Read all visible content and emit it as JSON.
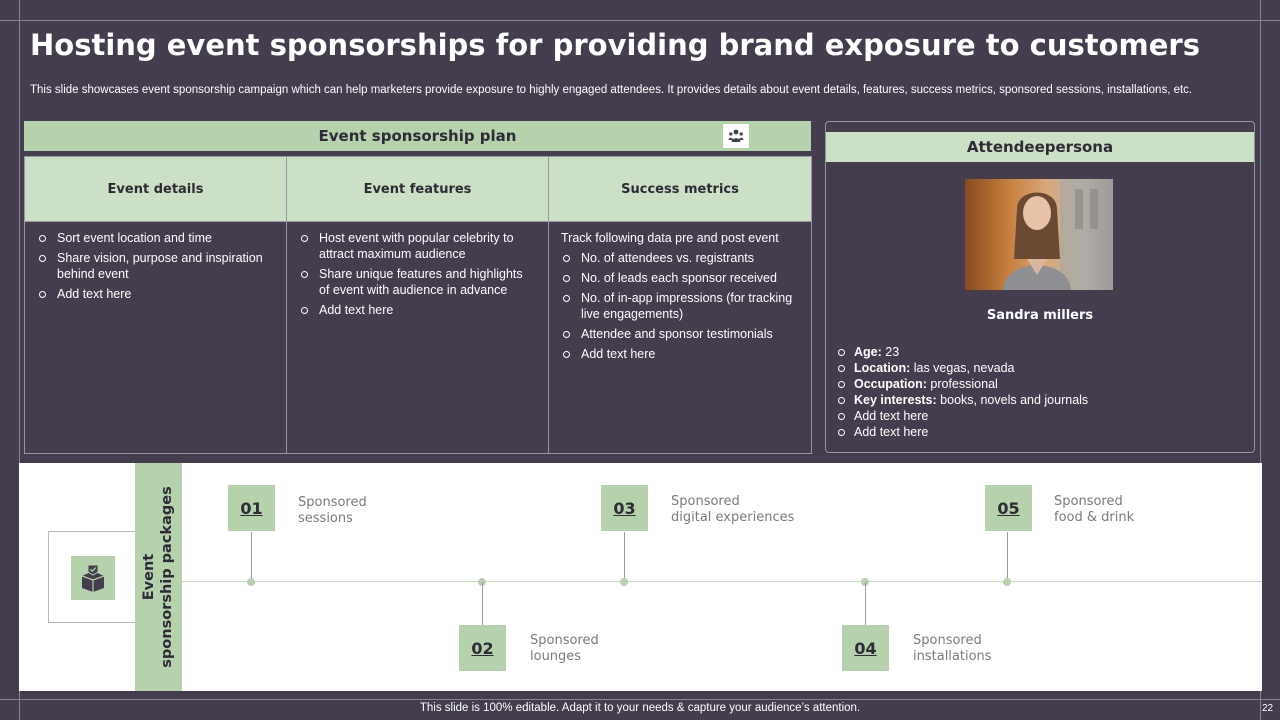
{
  "title": "Hosting event sponsorships for providing brand exposure to customers",
  "subtitle": "This slide showcases event sponsorship campaign which can help marketers provide exposure to highly engaged attendees. It provides details about event details, features, success metrics, sponsored sessions, installations, etc.",
  "plan": {
    "header": "Event sponsorship plan",
    "icon": "people-icon",
    "columns": [
      {
        "heading": "Event details",
        "intro": "",
        "items": [
          "Sort event location and time",
          "Share vision, purpose and inspiration behind event",
          "Add text here"
        ]
      },
      {
        "heading": "Event features",
        "intro": "",
        "items": [
          "Host event with popular celebrity to attract maximum audience",
          "Share unique features and highlights of event with audience in advance",
          "Add text here"
        ]
      },
      {
        "heading": "Success metrics",
        "intro": "Track following data pre and post event",
        "items": [
          "No. of  attendees vs.  registrants",
          "No. of leads each sponsor received",
          "No. of in-app impressions (for tracking live engagements)",
          "Attendee and sponsor testimonials",
          "Add text here"
        ]
      }
    ]
  },
  "persona": {
    "header": "Attendeepersona",
    "name": "Sandra millers",
    "details": [
      {
        "label": "Age:",
        "value": " 23"
      },
      {
        "label": "Location:",
        "value": " las vegas,  nevada"
      },
      {
        "label": "Occupation:",
        "value": " professional"
      },
      {
        "label": "Key interests:",
        "value": " books, novels and journals"
      },
      {
        "label": "",
        "value": "Add text here"
      },
      {
        "label": "",
        "value": "Add text here"
      }
    ]
  },
  "packages": {
    "label_line1": "Event",
    "label_line2": "sponsorship packages",
    "icon": "box-check-icon",
    "steps": [
      {
        "num": "01",
        "line1": "Sponsored",
        "line2": "sessions"
      },
      {
        "num": "02",
        "line1": "Sponsored",
        "line2": "lounges"
      },
      {
        "num": "03",
        "line1": "Sponsored",
        "line2": "digital experiences"
      },
      {
        "num": "04",
        "line1": "Sponsored",
        "line2": "installations"
      },
      {
        "num": "05",
        "line1": "Sponsored",
        "line2": "food & drink"
      }
    ]
  },
  "footer": "This slide is 100% editable. Adapt it to your needs & capture your audience’s attention.",
  "page_number": "22",
  "colors": {
    "background": "#433d4d",
    "accent_green": "#b5d2ad",
    "light_green": "#cbe0c5",
    "dark_text": "#2e2a36"
  }
}
